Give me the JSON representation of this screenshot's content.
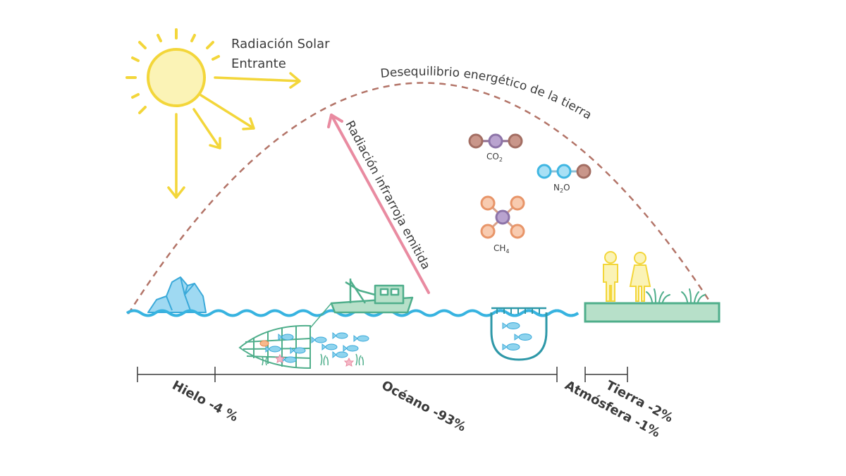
{
  "labels": {
    "solar_line1": "Radiación Solar",
    "solar_line2": "Entrante",
    "imbalance": "Desequilibrio energético de la tierra",
    "infrared": "Radiación infrarroja emitida"
  },
  "molecules": {
    "co2": {
      "main": "CO",
      "sub": "2"
    },
    "n2o": {
      "pre": "N",
      "sub": "2",
      "post": "O"
    },
    "ch4": {
      "main": "CH",
      "sub": "4"
    }
  },
  "categories": {
    "ice": "Hielo -4 %",
    "ocean": "Océano -93%",
    "atmosphere": "Atmósfera -1%",
    "land": "Tierra -2%"
  },
  "colors": {
    "sun": "#f3d63a",
    "sun_fill": "#fbf3b6",
    "arc": "#b37468",
    "infrared_arrow": "#e98ba1",
    "water": "#37b3e0",
    "ice": "#9fd9f2",
    "boat": "#5cb896",
    "land": "#b7e0c9",
    "people": "#f3d63a",
    "co2_atom": "#c9968a",
    "carbon_atom": "#b9a3cf",
    "n_atom": "#7dd0ee",
    "h_atom": "#f4ba94",
    "text": "#3b3b3b"
  },
  "icons": [
    "sun-icon",
    "iceberg-icon",
    "fishing-boat-icon",
    "fishing-net-icon",
    "fish-icon",
    "aquarium-net-icon",
    "person-icon",
    "grass-icon",
    "molecule-icon"
  ]
}
